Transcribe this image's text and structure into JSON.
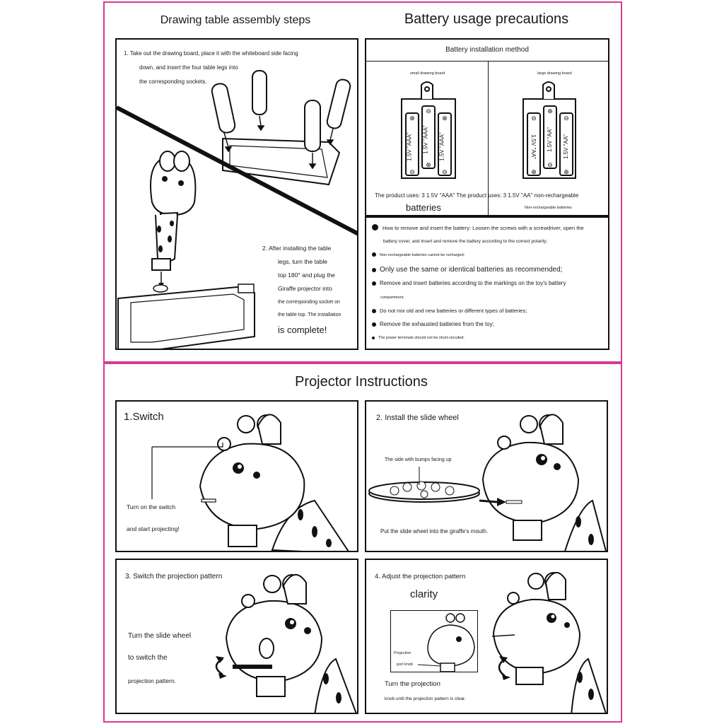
{
  "assembly": {
    "title": "Drawing table assembly steps",
    "step1": [
      "1. Take out the drawing board, place it with the whiteboard side facing",
      "down, and insert the four table legs into",
      "the corresponding sockets."
    ],
    "step2": [
      "2. After installing the table",
      "legs, turn the table",
      "top 180° and plug the",
      "Giraffe projector into",
      "the corresponding socket on",
      "the table top. The installation",
      "is complete!"
    ]
  },
  "battery": {
    "title": "Battery usage precautions",
    "method_title": "Battery installation method",
    "small_label": "small drawing board",
    "large_label": "large drawing board",
    "aaa_cell": "1.5V \"AAA\"",
    "aa_cell": "1.5V \"AA\"",
    "uses_line": "The product uses: 3 1.5V \"AAA\" The product uses: 3 1.5V \"AA\" non-rechargeable",
    "batteries_word": "batteries",
    "nonrech_word": "Non-rechargeable batteries",
    "precautions": [
      "How to remove and insert the battery: Loosen the screws with a screwdriver, open the",
      "battery cover, and insert and remove the battery according to the correct polarity;",
      "Non-rechargeable batteries cannot be recharged;",
      "Only use the same or identical batteries as recommended;",
      "Remove and insert batteries according to the markings on the toy's battery",
      "compartment;",
      "Do not mix old and new batteries or different types of batteries;",
      "Remove the exhausted batteries from the toy;",
      "The power terminals should not be short-circuited."
    ]
  },
  "projector": {
    "title": "Projector Instructions",
    "switch": {
      "heading": "1.Switch",
      "line1": "Turn on the switch",
      "line2": "and start projecting!"
    },
    "wheel": {
      "heading": "2. Install the slide wheel",
      "bumps": "The side with bumps facing up",
      "caption": "Put the slide wheel into the giraffe's mouth."
    },
    "pattern": {
      "heading": "3. Switch the projection pattern",
      "line1": "Turn the slide wheel",
      "line2": "to switch the",
      "line3": "projection pattern."
    },
    "clarity": {
      "heading": "4. Adjust the projection pattern",
      "heading2": "clarity",
      "knob1": "Projection",
      "knob2": "port knob",
      "line1": "Turn the projection",
      "line2": "knob until the projection pattern is clear."
    }
  }
}
